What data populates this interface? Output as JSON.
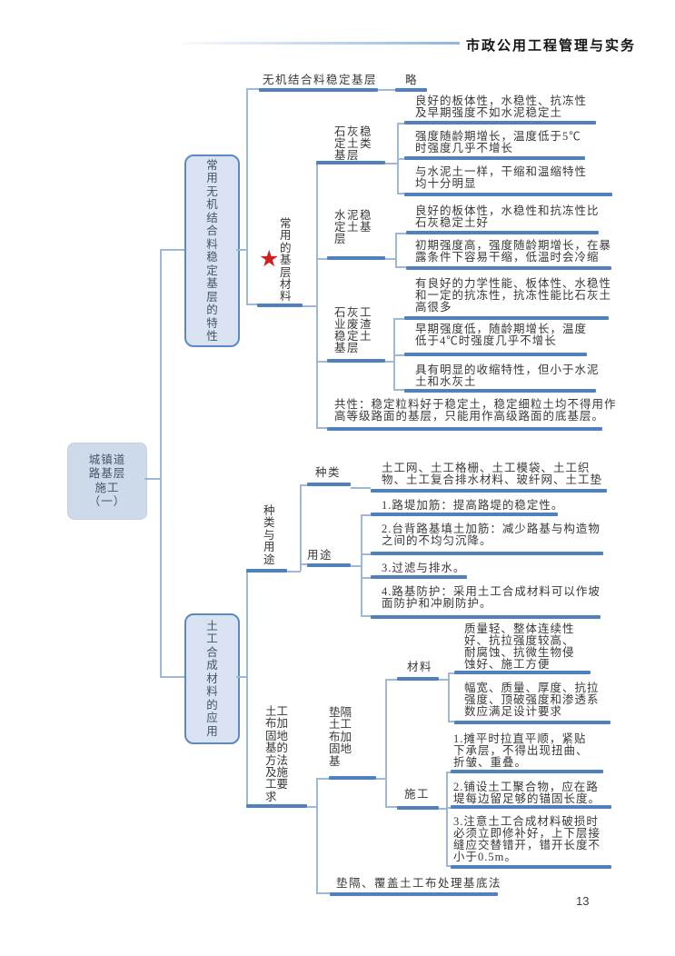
{
  "page": {
    "header_title": "市政公用工程管理与实务",
    "page_number": "13"
  },
  "colors": {
    "bar_blue": "#4f81bd",
    "connector_blue": "#9db8d9",
    "box_fill": "#d9e2f0",
    "root_fill": "#ccdaea",
    "star_red": "#cf2020"
  },
  "root": {
    "label": "城镇道\n路基层\n施工\n（一）"
  },
  "branch1": {
    "box_label": "常用无机结合料稳定基层的特性",
    "inorganic": {
      "label": "无机结合料稳定基层",
      "note": "略"
    },
    "materials": {
      "label": "常用的基层材料",
      "star": "★",
      "types": [
        {
          "label": "石灰稳定土类基层",
          "items": [
            "良好的板体性，水稳性、抗冻性\n及早期强度不如水泥稳定土",
            "强度随龄期增长，温度低于5℃\n时强度几乎不增长",
            "与水泥土一样，干缩和温缩特性\n均十分明显"
          ]
        },
        {
          "label": "水泥稳定土基层",
          "items": [
            "良好的板体性，水稳性和抗冻性比\n石灰稳定土好",
            "初期强度高，强度随龄期增长，在暴\n露条件下容易干缩，低温时会冷缩"
          ]
        },
        {
          "label": "石灰工业废渣稳定土基层",
          "items": [
            "有良好的力学性能、板体性、水稳性\n和一定的抗冻性，抗冻性能比石灰土\n高很多",
            "早期强度低，随龄期增长，温度\n低于4℃时强度几乎不增长",
            "具有明显的收缩特性，但小于水泥\n土和水灰土"
          ]
        }
      ],
      "common": "共性：稳定粒料好于稳定土，稳定细粒土均不得用作\n高等级路面的基层，只能用作高级路面的底基层。"
    }
  },
  "branch2": {
    "box_label": "土工合成材料的应用",
    "kinds_uses": {
      "label": "种类与用途",
      "kinds": {
        "label": "种类",
        "item": "土工网、土工格栅、土工模袋、土工织\n物、土工复合排水材料、玻纤网、土工垫"
      },
      "uses": {
        "label": "用途",
        "items": [
          "1.路堤加筋：提高路堤的稳定性。",
          "2.台背路基填土加筋：减少路基与构造物\n之间的不均匀沉降。",
          "3.过滤与排水。",
          "4.路基防护：采用土工合成材料可以作坡\n面防护和冲刷防护。"
        ]
      }
    },
    "methods": {
      "label": "土工布加固地基的方法及施工要求",
      "cushion": {
        "label": "垫隔土工布加固地基",
        "material": {
          "label": "材料",
          "items": [
            "质量轻、整体连续性\n好、抗拉强度较高、\n耐腐蚀、抗微生物侵\n蚀好、施工方便",
            "幅宽、质量、厚度、抗拉\n强度、顶破强度和渗透系\n数应满足设计要求"
          ]
        },
        "construction": {
          "label": "施工",
          "items": [
            "1.摊平时拉直平顺，紧贴\n下承层，不得出现扭曲、\n折皱、重叠。",
            "2.铺设土工聚合物，应在路\n堤每边留足够的锚固长度。",
            "3.注意土工合成材料破损时\n必须立即修补好，上下层接\n缝应交替错开，错开长度不\n小于0.5m。"
          ]
        }
      },
      "bottom_method": "垫隔、覆盖土工布处理基底法"
    }
  }
}
